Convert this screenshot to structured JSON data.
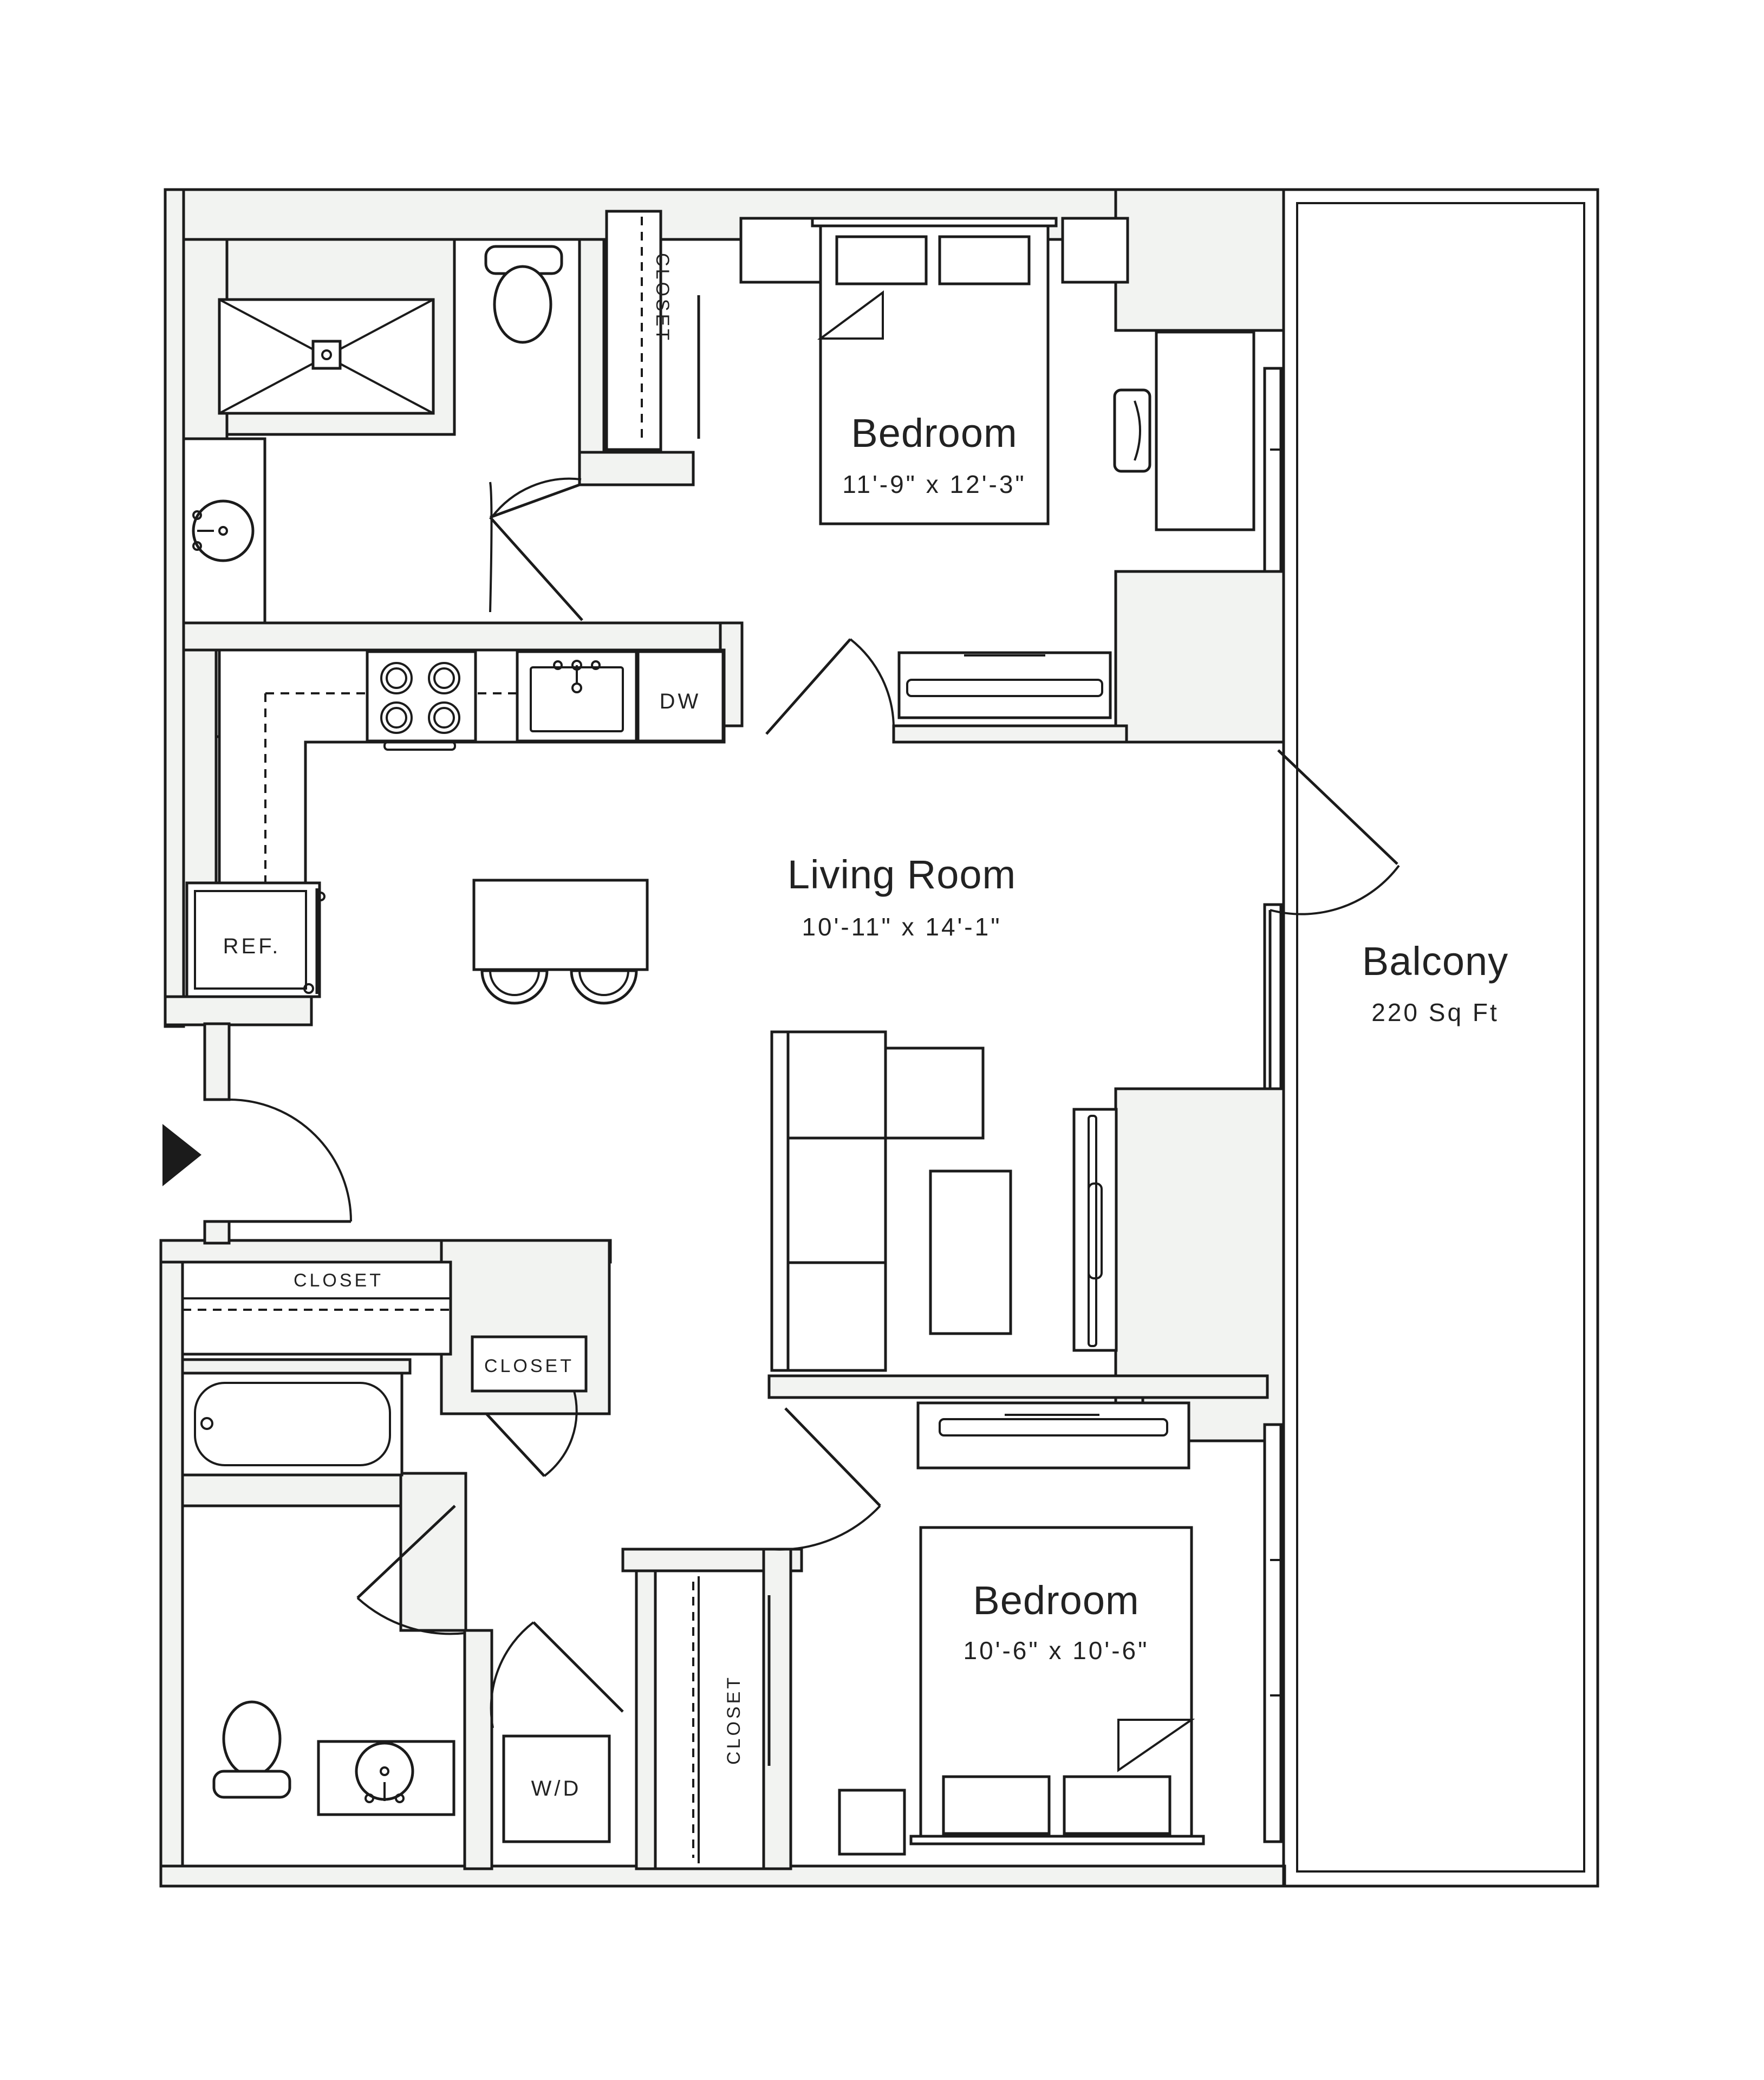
{
  "rooms": {
    "bedroom_1": {
      "name": "Bedroom",
      "dimensions": "11'-9\" x 12'-3\""
    },
    "living_room": {
      "name": "Living Room",
      "dimensions": "10'-11\" x 14'-1\""
    },
    "balcony": {
      "name": "Balcony",
      "area": "220 Sq Ft"
    },
    "bedroom_2": {
      "name": "Bedroom",
      "dimensions": "10'-6\" x 10'-6\""
    }
  },
  "fixtures": {
    "closet_top": "CLOSET",
    "closet_hall": "CLOSET",
    "closet_small": "CLOSET",
    "closet_bedroom_2": "CLOSET",
    "dishwasher": "DW",
    "refrigerator": "REF.",
    "washer_dryer": "W/D"
  },
  "colors": {
    "wall_fill": "#f2f3f1",
    "line": "#1b1b1b",
    "background": "#ffffff"
  },
  "icons": {
    "entry": "entry-arrow-icon"
  }
}
